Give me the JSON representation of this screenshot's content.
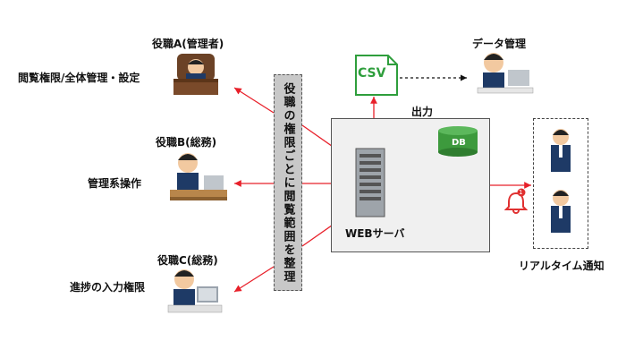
{
  "roles": [
    {
      "title": "役職A(管理者)",
      "permission": "閲覧権限/全体管理・設定"
    },
    {
      "title": "役職B(総務)",
      "permission": "管理系操作"
    },
    {
      "title": "役職C(総務)",
      "permission": "進捗の入力権限"
    }
  ],
  "center_bar": "役職の権限ごとに閲覧範囲を整理",
  "server": {
    "label": "WEBサーバ",
    "db_label": "DB",
    "output_label": "出力"
  },
  "csv": {
    "label": "CSV"
  },
  "data_management": {
    "label": "データ管理"
  },
  "notification": {
    "label": "リアルタイム通知",
    "badge": "1"
  },
  "colors": {
    "arrow": "#e8202a",
    "csv_green": "#2e9e3c",
    "db_green": "#3d9a3d",
    "bar_gray": "#c8c8c8",
    "bell": "#e03030"
  }
}
